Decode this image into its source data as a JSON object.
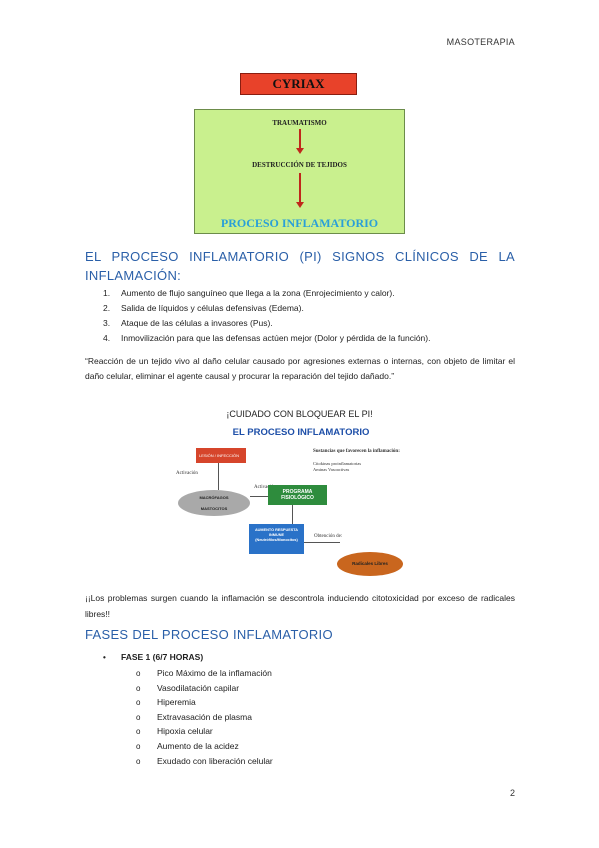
{
  "header": {
    "title": "MASOTERAPIA"
  },
  "cyriax": {
    "title": "CYRIAX",
    "step1": "TRAUMATISMO",
    "step2": "DESTRUCCIÓN DE TEJIDOS",
    "step3": "PROCESO INFLAMATORIO"
  },
  "section1": {
    "title": "EL PROCESO INFLAMATORIO (PI) SIGNOS CLÍNICOS DE LA INFLAMACIÓN:"
  },
  "signs": [
    {
      "num": "1.",
      "text": "Aumento de flujo sanguíneo que llega a la zona (Enrojecimiento y calor)."
    },
    {
      "num": "2.",
      "text": "Salida de líquidos y células defensivas (Edema)."
    },
    {
      "num": "3.",
      "text": "Ataque de las células a invasores (Pus)."
    },
    {
      "num": "4.",
      "text": "Inmovilización para que las defensas actúen mejor (Dolor y pérdida de la función)."
    }
  ],
  "quote": "“Reacción de un tejido vivo al daño celular causado por agresiones externas o internas, con objeto de limitar el daño celular, eliminar el agente causal y procurar la reparación del tejido dañado.”",
  "caution": "¡CUIDADO CON BLOQUEAR EL PI!",
  "diagram": {
    "title": "EL PROCESO INFLAMATORIO",
    "lesion": "LESIÓN / INFECCIÓN",
    "activation1": "Activación",
    "activation2": "Activación",
    "cells_line1": "MACRÓFAGOS",
    "cells_line2": "MASTOCITOS",
    "program": "PROGRAMA FISIOLÓGICO",
    "response": "AUMENTO RESPUESTA INMUNE (Neutrófilos/Monocitos)",
    "obtain": "Obtención de:",
    "radicals": "Radicales Libres",
    "side_title": "Sustancias que favorecen la inflamación:",
    "side_items": [
      "Citokinas proinflamatorias",
      "Aminas Vasoactivas"
    ]
  },
  "warning": "¡¡Los problemas surgen cuando la inflamación se descontrola induciendo citotoxicidad por exceso de radicales libres!!",
  "section2": {
    "title": "FASES DEL PROCESO INFLAMATORIO"
  },
  "phase1": {
    "bullet": "•",
    "label": "FASE 1 (6/7 HORAS)",
    "marker": "o",
    "items": [
      "Pico Máximo de la inflamación",
      "Vasodilatación capilar",
      "Hiperemia",
      "Extravasación de plasma",
      "Hipoxia celular",
      "Aumento de la acidez",
      "Exudado con liberación celular"
    ]
  },
  "page_number": "2"
}
